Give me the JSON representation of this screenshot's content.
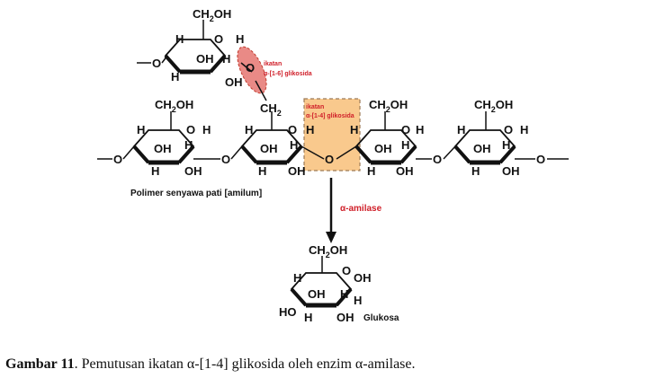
{
  "labels": {
    "ch2oh": "CH",
    "ch2oh_sub": "2",
    "ch2oh_tail": "OH",
    "ch2": "CH",
    "ch2_sub": "2",
    "oh": "OH",
    "h": "H",
    "o": "O",
    "ho": "HO"
  },
  "annotations": {
    "bond_16_line1": "ikatan",
    "bond_16_line2": "α-[1-6] glikosida",
    "bond_14_line1": "ikatan",
    "bond_14_line2": "α-[1-4] glikosida",
    "polymer_label": "Polimer senyawa pati [amilum]",
    "enzyme": "α-amilase",
    "product": "Glukosa"
  },
  "caption": {
    "label": "Gambar 11",
    "text": ". Pemutusan ikatan α-[1-4] glikosida oleh enzim α-amilase."
  },
  "colors": {
    "bond_16_fill": "#e98a86",
    "bond_16_stroke": "#c0392b",
    "bond_14_fill": "#f9c98d",
    "bond_14_stroke": "#9c7a56",
    "annotation_red": "#d0202a"
  }
}
